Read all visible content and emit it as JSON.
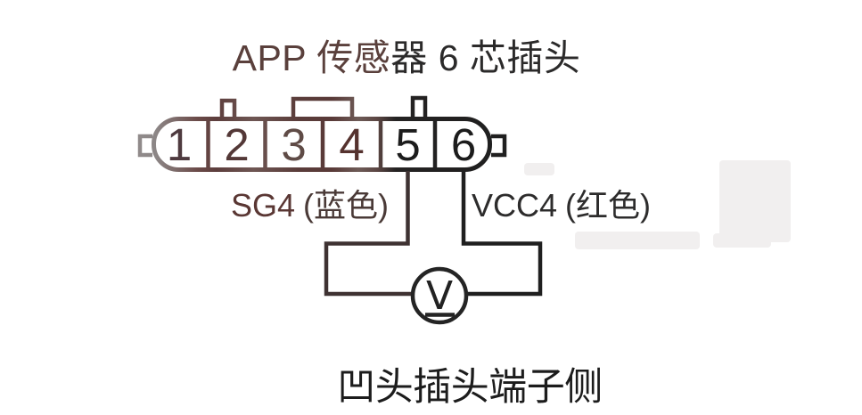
{
  "title": {
    "part1": "APP 传感",
    "part2": "器 6 芯插头"
  },
  "connector": {
    "pins": [
      {
        "label": "1",
        "color": "#4e3a3f"
      },
      {
        "label": "2",
        "color": "#533837"
      },
      {
        "label": "3",
        "color": "#5f4b46"
      },
      {
        "label": "4",
        "color": "#55322e"
      },
      {
        "label": "5",
        "color": "#1c1c1c"
      },
      {
        "label": "6",
        "color": "#1c1c1c"
      }
    ]
  },
  "labels": {
    "sg4": {
      "signal": "SG4",
      "wire_color": "(蓝色)"
    },
    "vcc4": {
      "signal": "VCC4",
      "wire_color": "(红色)"
    }
  },
  "meter": {
    "symbol": "V"
  },
  "caption": "凹头插头端子侧",
  "colors": {
    "title_part1": "#5a403c",
    "title_part2": "#2b2a2a",
    "sg4_signal": "#5a3734",
    "sg4_wire_text": "#4a3a37",
    "vcc4_text": "#2d2c2c",
    "caption_text": "#1c1c1c",
    "outline_left_gray": "#8c8686",
    "outline_brown": "#5a3c3a",
    "outline_black": "#1f1f1f",
    "wire5": "#3e3232",
    "wire6": "#1f1f1f"
  }
}
